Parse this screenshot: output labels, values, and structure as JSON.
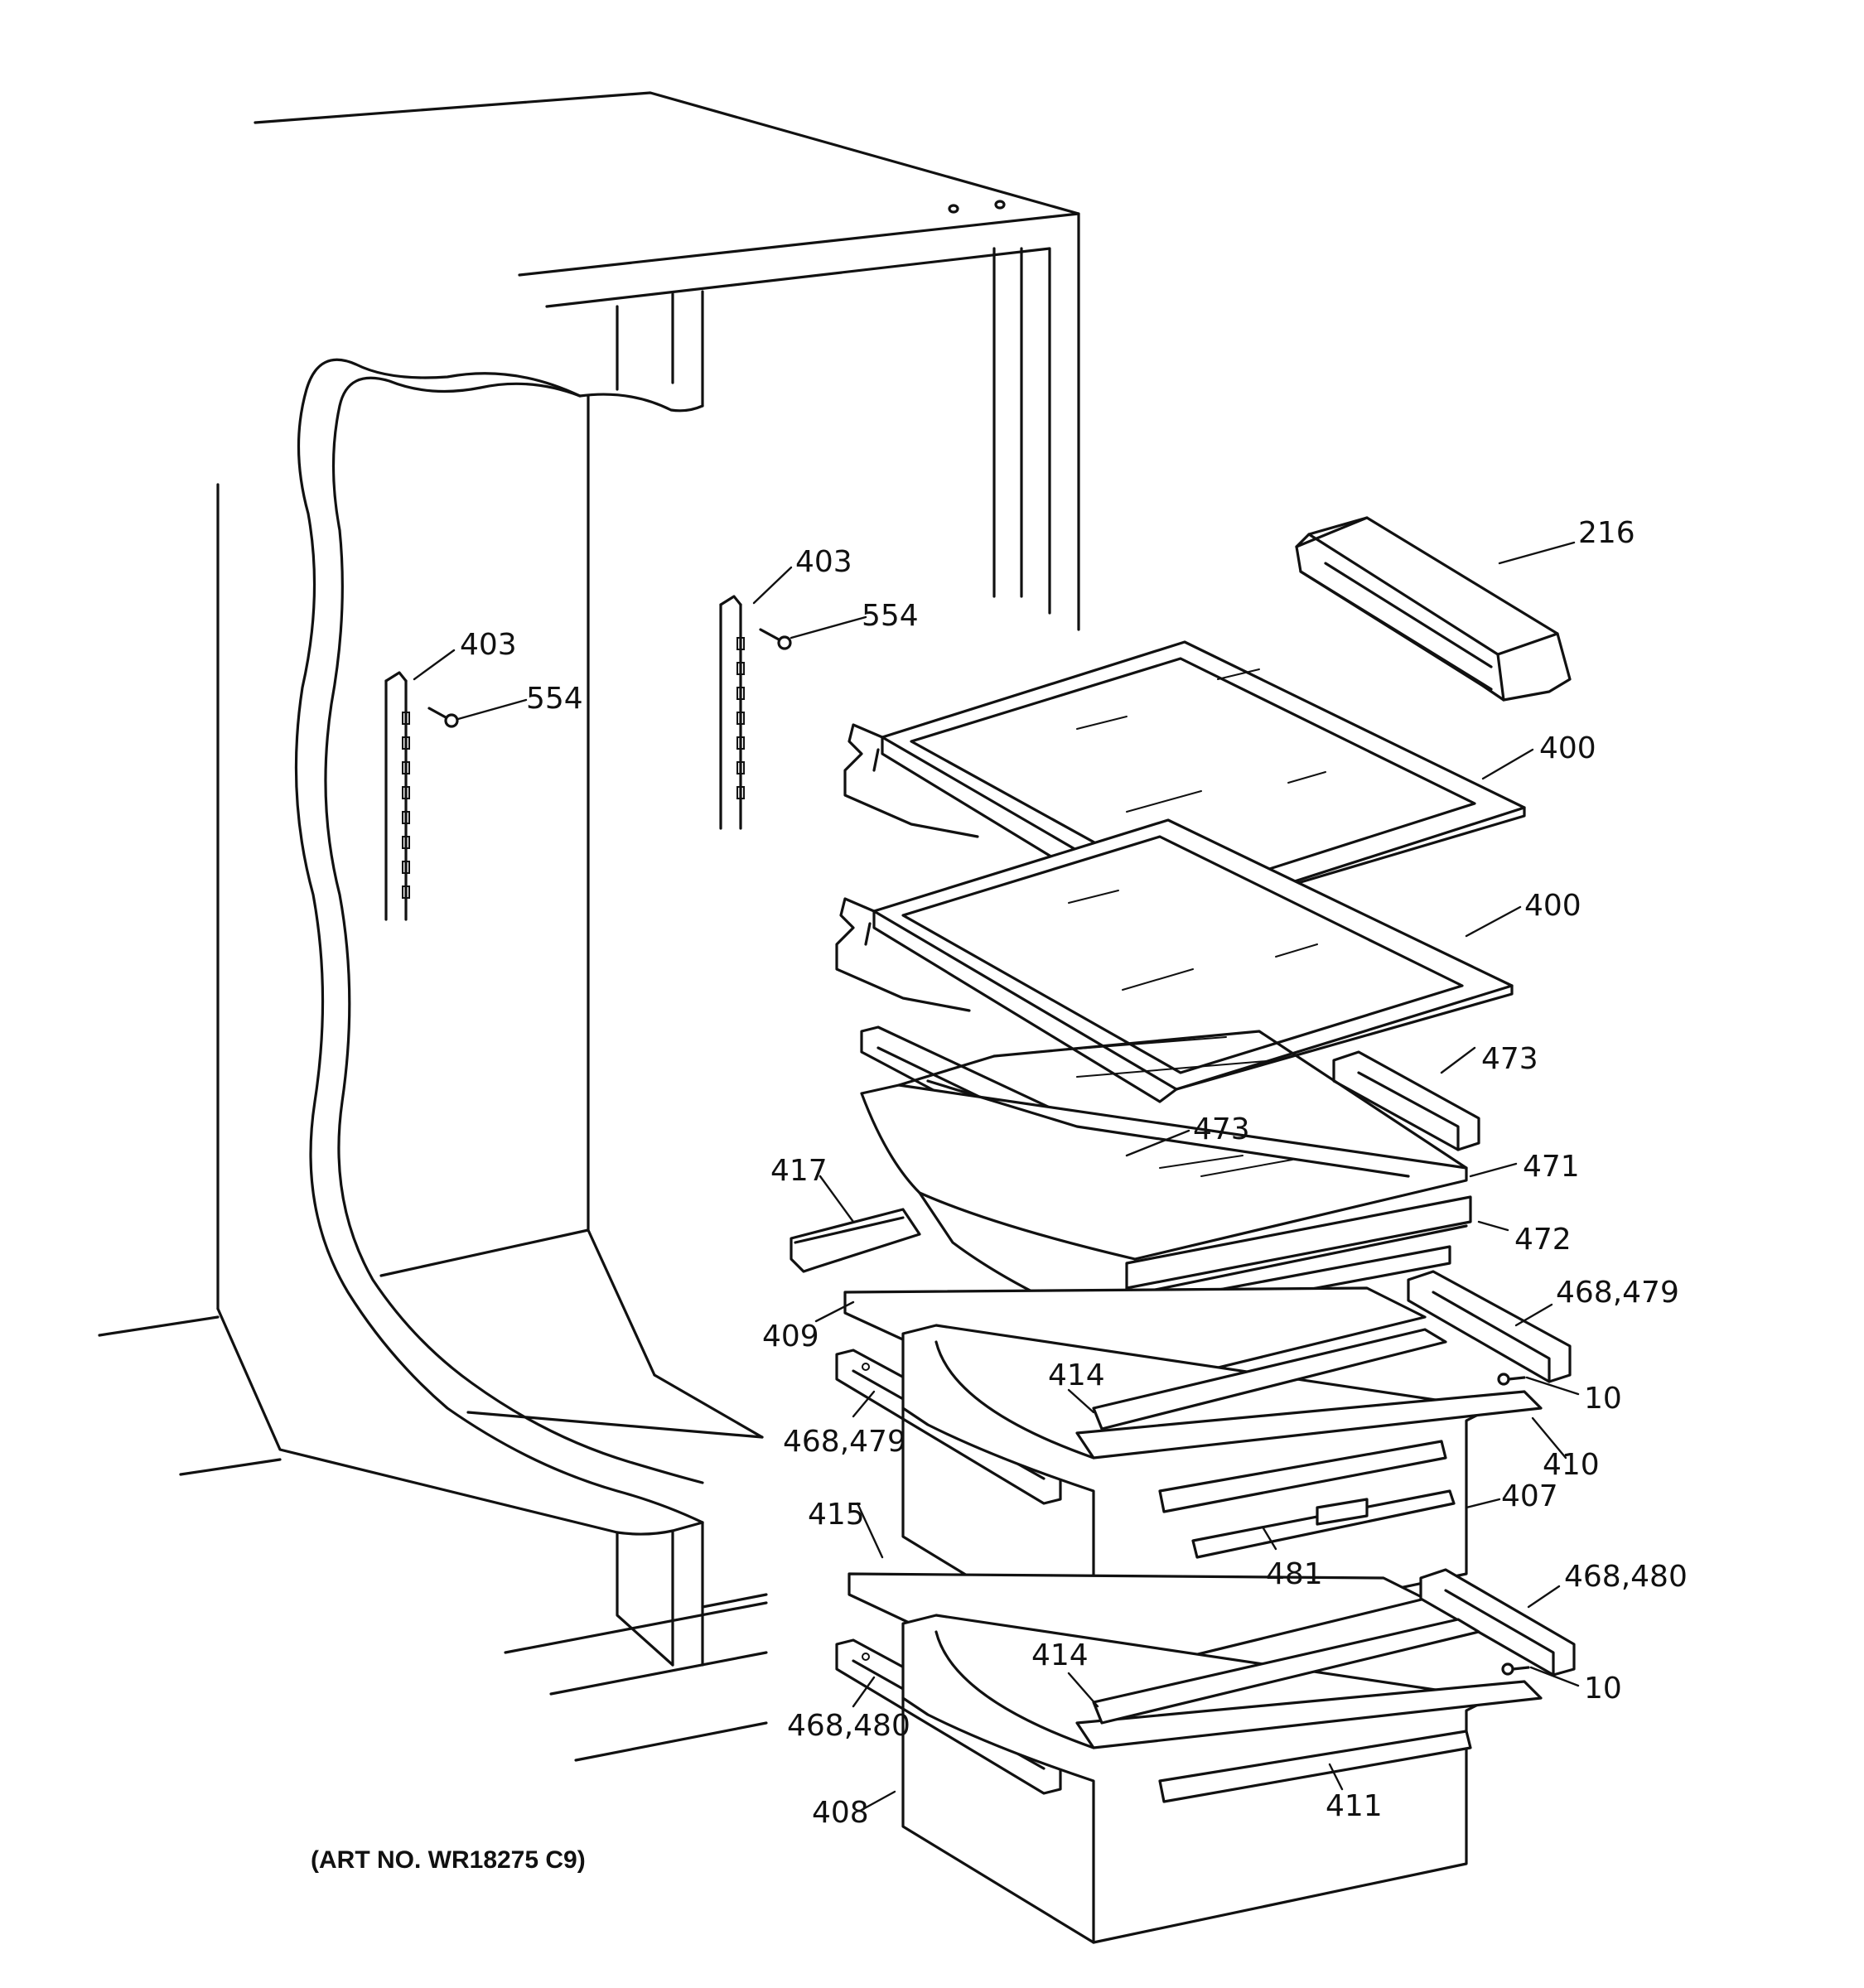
{
  "diagram": {
    "art_number": "(ART NO. WR18275 C9)",
    "callouts": {
      "c216": "216",
      "c400a": "400",
      "c400b": "400",
      "c403a": "403",
      "c554a": "554",
      "c403b": "403",
      "c554b": "554",
      "c473a": "473",
      "c473b": "473",
      "c471": "471",
      "c472": "472",
      "c417": "417",
      "c409": "409",
      "c468_479a": "468,479",
      "c468_479b": "468,479",
      "c414a": "414",
      "c10a": "10",
      "c410": "410",
      "c407": "407",
      "c481": "481",
      "c415": "415",
      "c468_480a": "468,480",
      "c414b": "414",
      "c10b": "10",
      "c468_480b": "468,480",
      "c408": "408",
      "c411": "411"
    }
  }
}
